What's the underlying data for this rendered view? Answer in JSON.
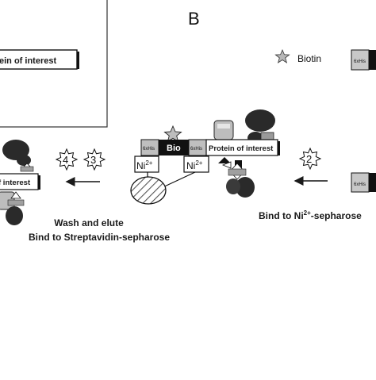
{
  "panel_letter": "B",
  "panel_a": {
    "protein_label": "ein of interest"
  },
  "legend": {
    "biotin_label": "Biotin",
    "tag_label": "6xHis"
  },
  "tags": {
    "his": "6xHis",
    "bio": "Bio"
  },
  "complex": {
    "protein_label": "Protein of interest",
    "ni_label": "Ni",
    "ni_charge": "2+"
  },
  "left_group": {
    "protein_label": "f interest"
  },
  "steps": {
    "two": "2",
    "three": "3",
    "four": "4"
  },
  "captions": {
    "wash": "Wash and elute",
    "streptavidin": "Bind to Streptavidin-sepharose",
    "ni_prefix": "Bind to Ni",
    "ni_sup": "2+",
    "ni_suffix": "-sepharose"
  },
  "colors": {
    "ink": "#1a1a1a",
    "dark": "#2a2a2a",
    "gray": "#a8a8a8",
    "light": "#d0d0d0"
  }
}
